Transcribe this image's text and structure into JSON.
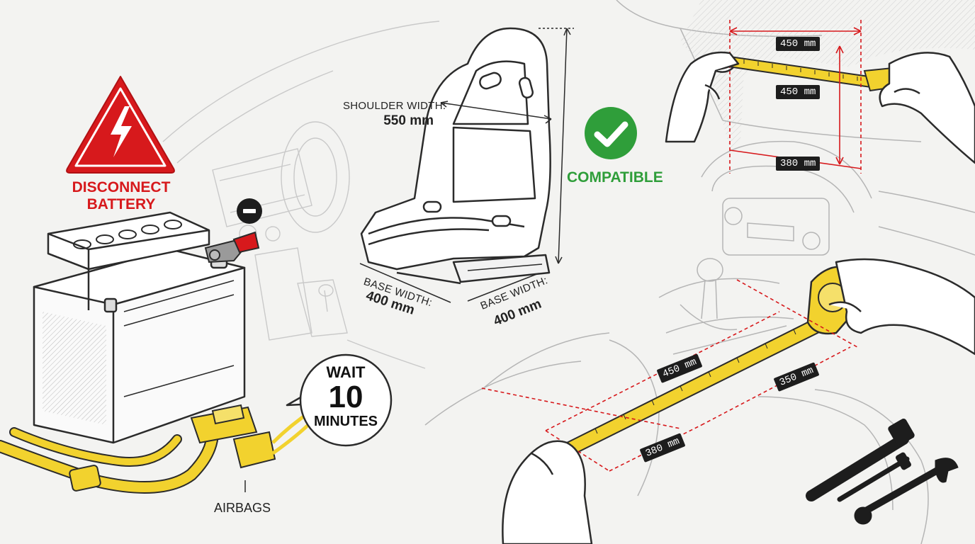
{
  "warning": {
    "icon": "high-voltage-warning-icon",
    "line1": "DISCONNECT",
    "line2": "BATTERY",
    "color": "#d7191c"
  },
  "wait": {
    "line1": "WAIT",
    "line2": "10",
    "line3": "MINUTES"
  },
  "airbags_label": "AIRBAGS",
  "seat": {
    "shoulder_label": "SHOULDER WIDTH:",
    "shoulder_value": "550 mm",
    "base_left_label": "BASE WIDTH:",
    "base_left_value": "400 mm",
    "base_right_label": "BASE WIDTH:",
    "base_right_value": "400 mm"
  },
  "compatible": {
    "label": "COMPATIBLE",
    "icon": "check-circle-icon",
    "color": "#2f9e3a"
  },
  "top_measure": {
    "top": "450 mm",
    "middle": "450 mm",
    "bottom": "380 mm"
  },
  "floor_measure": {
    "a": "450 mm",
    "b": "350 mm",
    "c": "380 mm"
  },
  "colors": {
    "tape_yellow": "#f2d22e",
    "accent_red": "#d7191c",
    "line": "#2b2b2b"
  }
}
